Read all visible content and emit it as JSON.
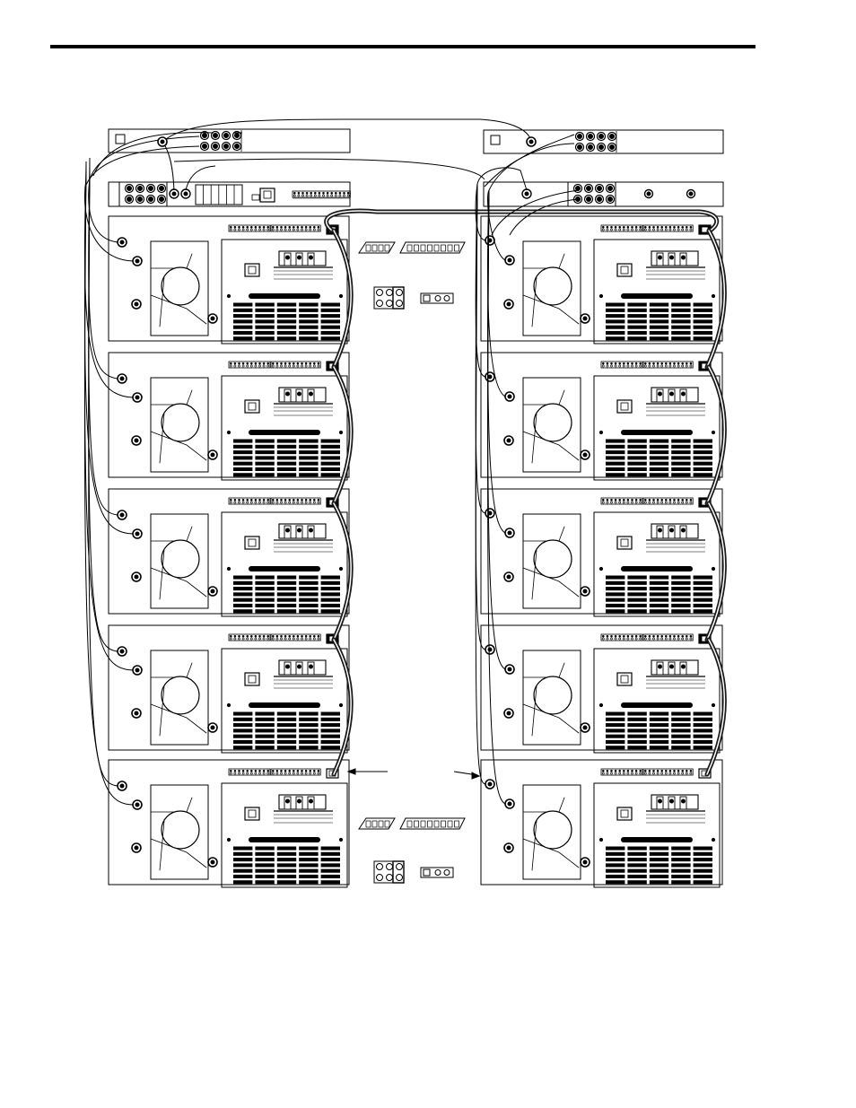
{
  "page": {
    "rule": "header-rule"
  },
  "diagram": {
    "kind": "rack wiring diagram",
    "columns": 2,
    "amplifiers_per_column": 5,
    "colors": {
      "line": "#000000",
      "background": "#ffffff",
      "cable": "#1a1a1a"
    },
    "icons": [
      "bnc-connector-icon",
      "power-inlet-icon",
      "fan-grille-icon",
      "dip-switch-icon",
      "jumper-block-icon"
    ]
  }
}
